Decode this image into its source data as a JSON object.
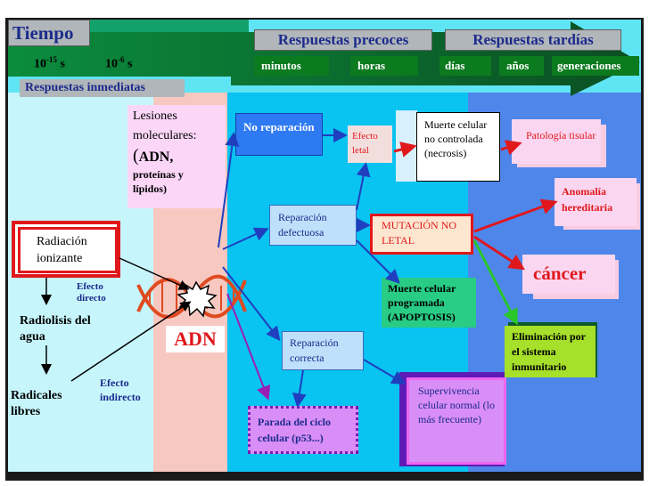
{
  "header": {
    "tiempo": "Tiempo",
    "t1_base": "10",
    "t1_exp": "-15",
    "t1_unit": " s",
    "t2_base": "10",
    "t2_exp": "-6",
    "t2_unit": " s",
    "respuestas_inmediatas": "Respuestas inmediatas",
    "respuestas_precoces": "Respuestas precoces",
    "respuestas_tardias": "Respuestas tardías",
    "minutos": "minutos",
    "horas": "horas",
    "dias": "días",
    "anos": "años",
    "generaciones": "generaciones"
  },
  "left": {
    "radiacion": "Radiación ionizante",
    "efecto_directo": "Efecto directo",
    "radiolisis": "Radiolisis del agua",
    "efecto_indirecto": "Efecto indirecto",
    "radicales": "Radicales libres"
  },
  "lesiones": {
    "line1": "Lesiones",
    "line2": "moleculares:",
    "line3_paren": "(",
    "line3": "ADN,",
    "line4": "proteínas y lípidos)"
  },
  "adn_label": "ADN",
  "nodes": {
    "no_reparacion": "No reparación",
    "efecto_letal": "Efecto letal",
    "muerte_necrosis": "Muerte celular no controlada (necrosis)",
    "patologia": "Patología tisular",
    "reparacion_defectuosa": "Reparación defectuosa",
    "mutacion": "MUTACIÓN NO LETAL",
    "anomalia": "Anomalía hereditaria",
    "cancer": "cáncer",
    "apoptosis": "Muerte celular programada (APOPTOSIS)",
    "eliminacion": "Eliminación por el sistema inmunitario",
    "reparacion_correcta": "Reparación correcta",
    "supervivencia": "Supervivencia celular normal (lo más frecuente)",
    "parada": "Parada del ciclo celular (p53...)"
  },
  "colors": {
    "arrow_blue": "#1f3fbf",
    "arrow_red": "#e0181c",
    "arrow_purple": "#9a1fb0",
    "arrow_green": "#29c72a",
    "header_green": "#0f6a2c",
    "bar_green": "#0c7a1f"
  }
}
